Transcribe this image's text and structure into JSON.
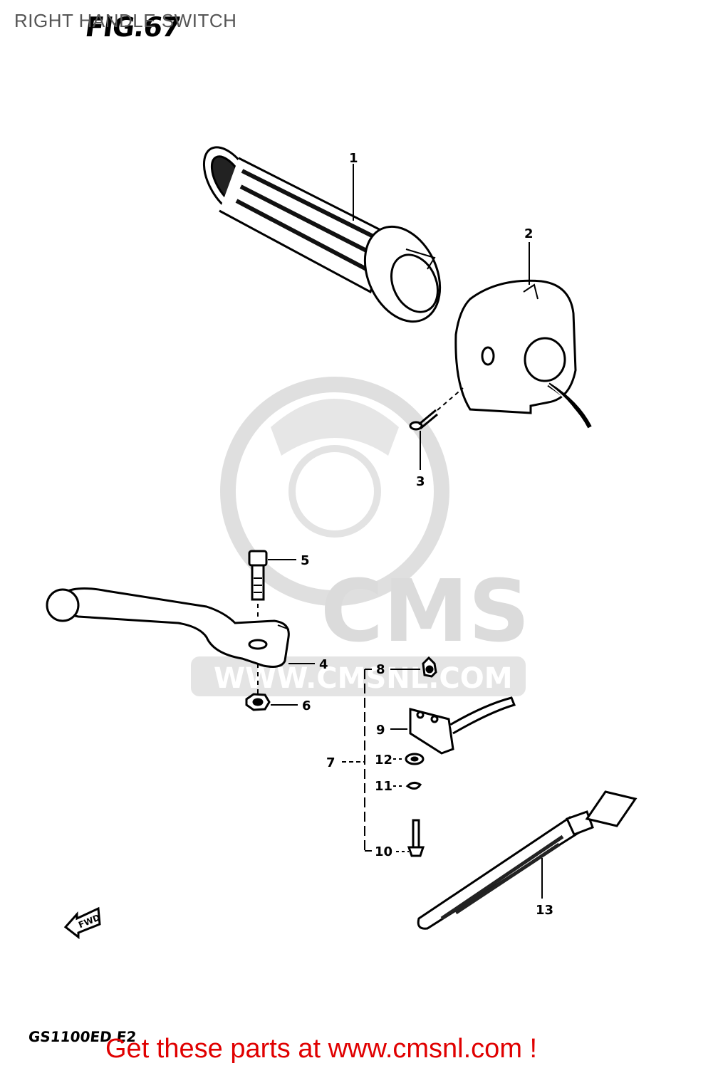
{
  "header": {
    "title": "RIGHT HANDLE SWITCH",
    "figure_label": "FIG.67"
  },
  "watermark": {
    "brand": "CMS",
    "url": "WWW.CMSNL.COM"
  },
  "callouts": {
    "p1": "1",
    "p2": "2",
    "p3": "3",
    "p4": "4",
    "p5": "5",
    "p6": "6",
    "p7": "7",
    "p8": "8",
    "p9": "9",
    "p10": "10",
    "p11": "11",
    "p12": "12",
    "p13": "13"
  },
  "direction_tag": "FWD",
  "model_code": "GS1100ED E2",
  "footer": {
    "link_text": "Get these parts at www.cmsnl.com !"
  },
  "colors": {
    "line": "#000000",
    "watermark": "#d8d8d8",
    "footer_link": "#e00000"
  }
}
